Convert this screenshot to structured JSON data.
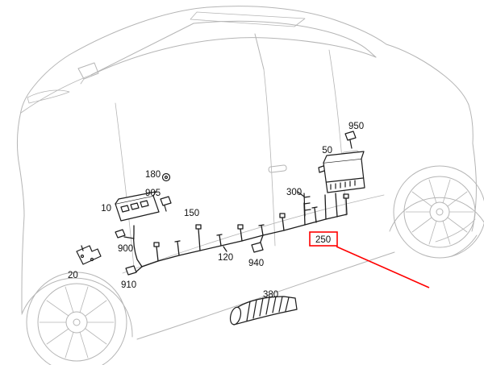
{
  "diagram": {
    "type": "vehicle-parts-diagram",
    "description": "Sedan side view line drawing with rocker-panel wiring harness callouts",
    "colors": {
      "background": "#ffffff",
      "car_outline": "#b5b5b5",
      "harness": "#1c1c1c",
      "label_text": "#111111",
      "highlight": "#ff0000"
    },
    "highlighted_part": "250",
    "parts": [
      {
        "label": "10"
      },
      {
        "label": "20"
      },
      {
        "label": "50"
      },
      {
        "label": "120"
      },
      {
        "label": "150"
      },
      {
        "label": "180"
      },
      {
        "label": "250",
        "highlighted": true
      },
      {
        "label": "300"
      },
      {
        "label": "380"
      },
      {
        "label": "900"
      },
      {
        "label": "905"
      },
      {
        "label": "910"
      },
      {
        "label": "940"
      },
      {
        "label": "950"
      }
    ]
  }
}
